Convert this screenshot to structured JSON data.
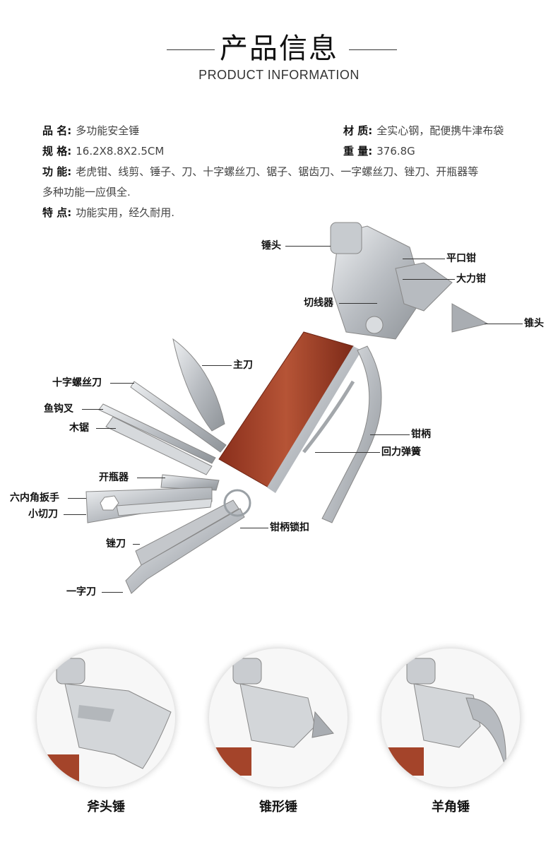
{
  "header": {
    "title": "产品信息",
    "subtitle": "PRODUCT INFORMATION"
  },
  "info": {
    "name_label": "品 名:",
    "name_value": "多功能安全锤",
    "material_label": "材 质:",
    "material_value": "全实心钢，配便携牛津布袋",
    "spec_label": "规 格:",
    "spec_value": "16.2X8.8X2.5CM",
    "weight_label": "重 量:",
    "weight_value": "376.8G",
    "function_label": "功 能:",
    "function_value_line1": "老虎钳、线剪、锤子、刀、十字螺丝刀、锯子、锯齿刀、一字螺丝刀、锉刀、开瓶器等",
    "function_value_line2": "多种功能一应俱全.",
    "feature_label": "特 点:",
    "feature_value": "功能实用，经久耐用."
  },
  "callouts": {
    "hammer_head": "锤头",
    "flat_pliers": "平口钳",
    "locking_pliers": "大力钳",
    "wire_cutter": "切线器",
    "cone_head": "锥头",
    "main_knife": "主刀",
    "cross_screwdriver": "十字螺丝刀",
    "fish_hook": "鱼钩叉",
    "wood_saw": "木锯",
    "plier_handle": "钳柄",
    "return_spring": "回力弹簧",
    "bottle_opener": "开瓶器",
    "hex_wrench": "六内角扳手",
    "small_knife": "小切刀",
    "handle_lock": "钳柄锁扣",
    "file": "锉刀",
    "flat_blade": "一字刀"
  },
  "variants": [
    {
      "label": "斧头锤"
    },
    {
      "label": "锥形锤"
    },
    {
      "label": "羊角锤"
    }
  ],
  "colors": {
    "wood": "#a4442a",
    "steel": "#c9ccd0",
    "text": "#111111"
  }
}
